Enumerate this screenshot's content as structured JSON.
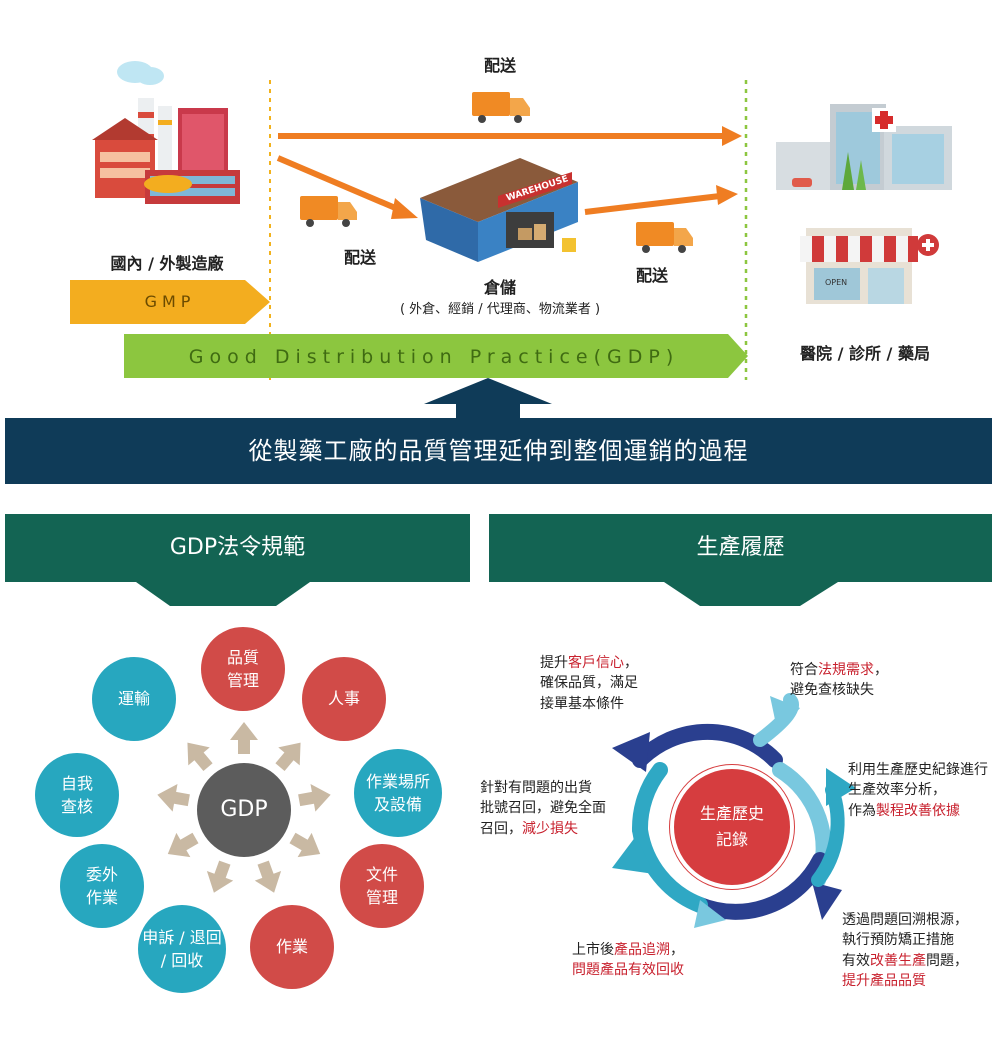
{
  "top": {
    "delivery_top": "配送",
    "delivery_left": "配送",
    "delivery_right": "配送",
    "factory_label": "國內 / 外製造廠",
    "warehouse_label": "倉儲",
    "warehouse_sub": "( 外倉、經銷 / 代理商、物流業者 )",
    "warehouse_sign": "WAREHOUSE",
    "destination_label": "醫院 / 診所 / 藥局",
    "shop_sign": "OPEN",
    "gmp": "GMP",
    "gdp": "Good Distribution Practice(GDP)"
  },
  "banner": "從製藥工廠的品質管理延伸到整個運銷的過程",
  "left_header": "GDP法令規範",
  "right_header": "生產履歷",
  "gdp_cycle": {
    "hub": "GDP",
    "items": [
      {
        "label": "品質\n管理",
        "color": "red"
      },
      {
        "label": "人事",
        "color": "red"
      },
      {
        "label": "作業場所\n及設備",
        "color": "teal"
      },
      {
        "label": "文件\n管理",
        "color": "red"
      },
      {
        "label": "作業",
        "color": "red"
      },
      {
        "label": "申訴 / 退回\n/ 回收",
        "color": "teal"
      },
      {
        "label": "委外\n作業",
        "color": "teal"
      },
      {
        "label": "自我\n查核",
        "color": "teal"
      },
      {
        "label": "運輸",
        "color": "teal"
      }
    ]
  },
  "record_cycle": {
    "center": "生產歷史\n記錄",
    "notes": {
      "n1": {
        "a": "提升",
        "b": "客戶信心",
        "c": "，",
        "d": "確保品質，滿足",
        "e": "接單基本條件"
      },
      "n2": {
        "a": "符合",
        "b": "法規需求",
        "c": "，",
        "d": "避免查核缺失"
      },
      "n3": {
        "a": "利用生產歷史紀錄進行",
        "b": "生產效率分析，",
        "c": "作為",
        "d": "製程改善依據"
      },
      "n4": {
        "a": "透過問題回溯根源，",
        "b": "執行預防矯正措施",
        "c": "有效",
        "d": "改善生產",
        "e": "問題，",
        "f": "提升產品品質"
      },
      "n5": {
        "a": "上市後",
        "b": "產品追溯",
        "c": "，",
        "d": "問題產品有效回收"
      },
      "n6": {
        "a": "針對有問題的出貨",
        "b": "批號召回，避免全面",
        "c": "召回，",
        "d": "減少損失"
      }
    }
  }
}
